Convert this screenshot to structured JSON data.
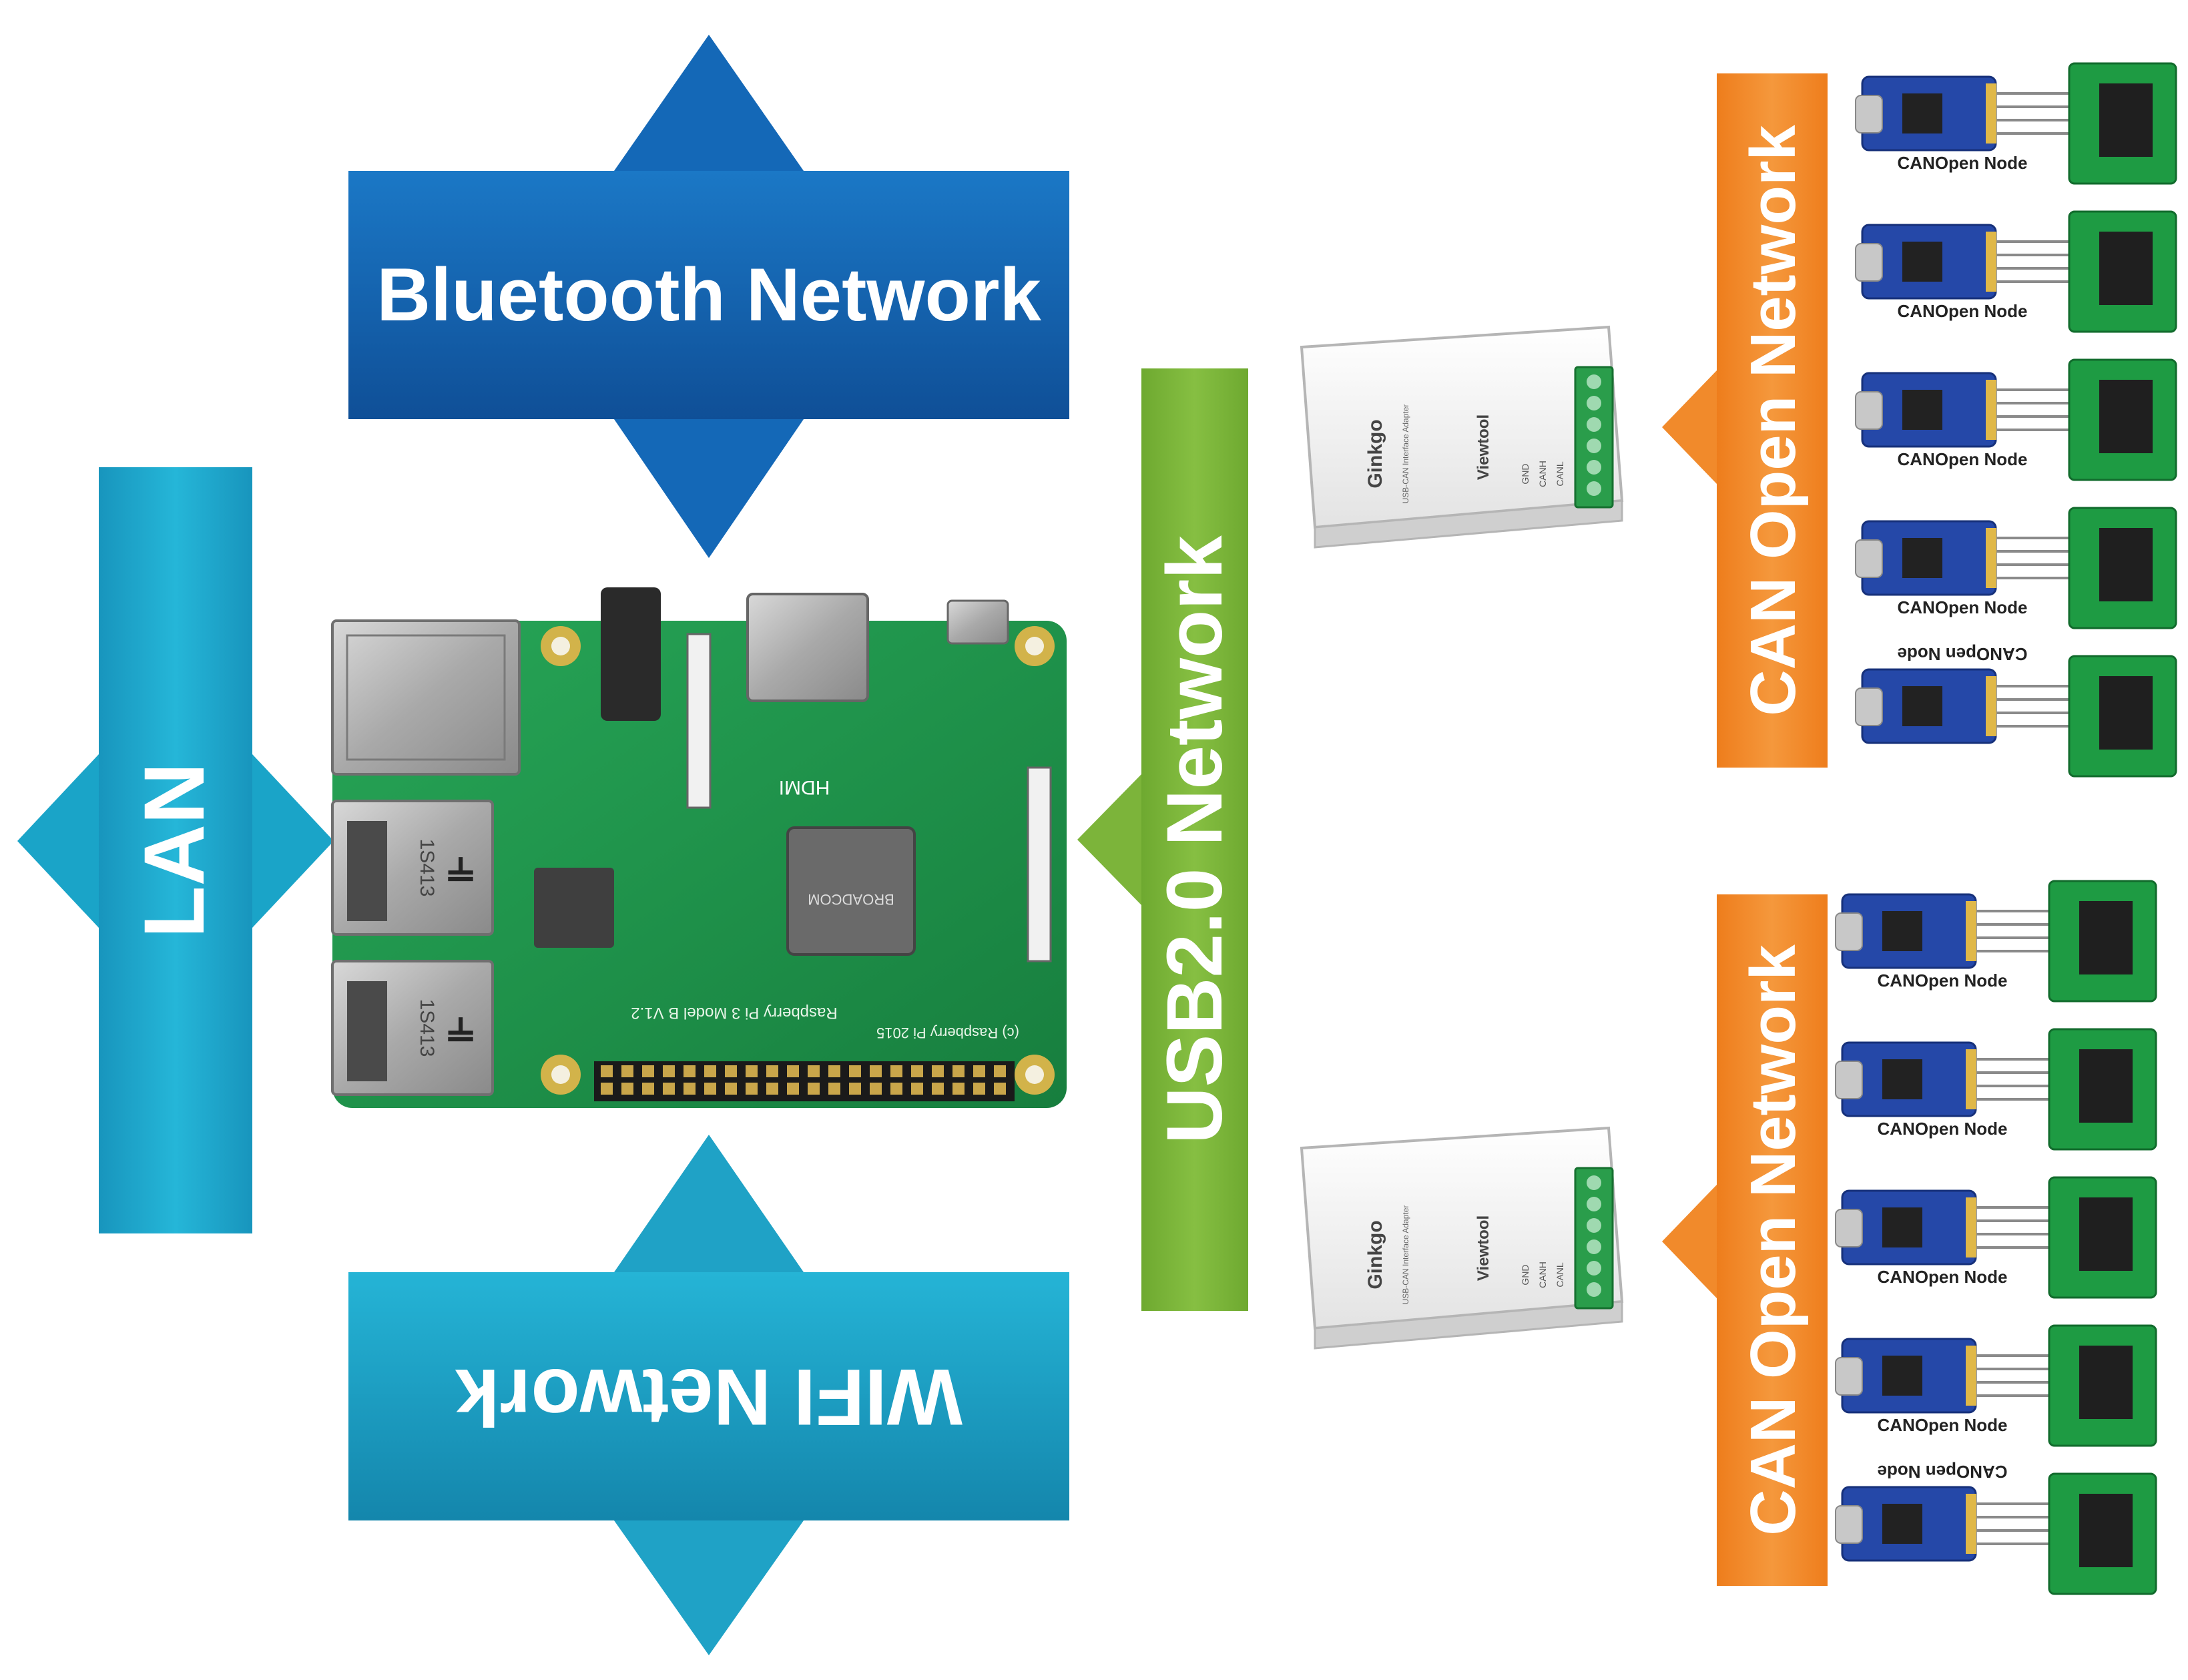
{
  "networks": {
    "bluetooth": "Bluetooth Network",
    "wifi": "WIFI Network",
    "lan": "LAN",
    "usb": "USB2.0 Network",
    "can_top": "CAN Open Network",
    "can_bottom": "CAN Open Network"
  },
  "adapter": {
    "brand": "Ginkgo",
    "subtitle": "USB-CAN Interface Adapter",
    "maker": "Viewtool",
    "pins": [
      "GND",
      "CANH",
      "CANL"
    ]
  },
  "node_label": "CANOpen Node",
  "node_groups": [
    {
      "name": "top",
      "nodes": 5
    },
    {
      "name": "bottom",
      "nodes": 5
    }
  ],
  "board": {
    "brand": "Raspberry Pi 3 Model B V1.2",
    "copyright": "(c) Raspberry Pi 2015",
    "hdmi": "HDMI",
    "usb_code": "1S413",
    "ic_label": "BROADCOM"
  },
  "colors": {
    "bluetooth": "#1565b3",
    "wifi": "#1f9fc4",
    "lan": "#1aa4c8",
    "usb": "#7cb43a",
    "can": "#f18a2b",
    "pcb": "#1f9a4e",
    "node_blue": "#2548a8",
    "node_green": "#1e9b43"
  }
}
